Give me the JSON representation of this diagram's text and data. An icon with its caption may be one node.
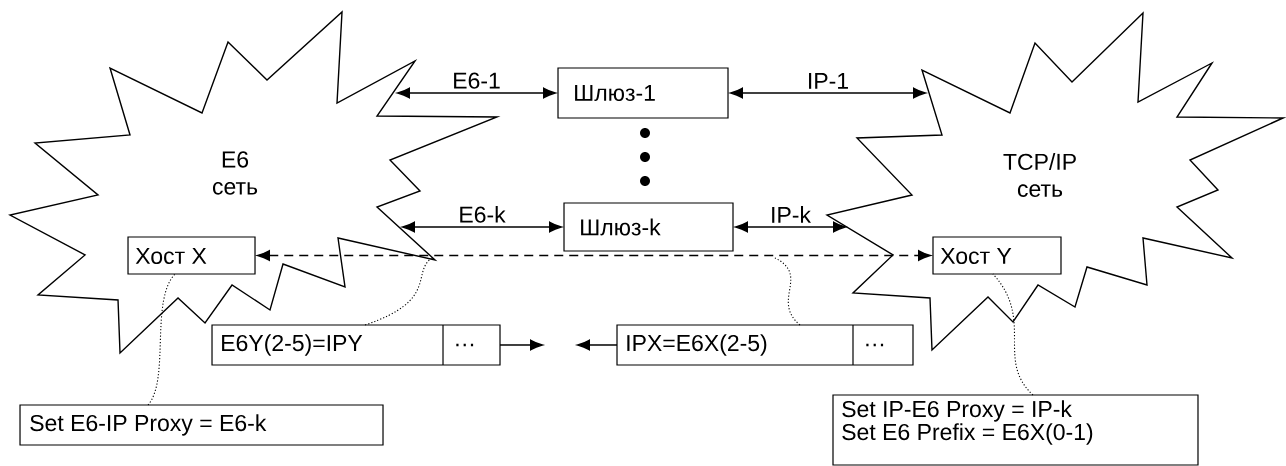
{
  "diagram": {
    "nodes": [
      {
        "text": [
          "E6 сеть"
        ]
      },
      {
        "text": [
          "TCP/IP сеть"
        ]
      },
      {
        "text": [
          "Шлюз-1"
        ]
      },
      {
        "text": [
          "Шлюз-k"
        ]
      },
      {
        "text": [
          "Хост X"
        ],
        "in": 0
      },
      {
        "text": [
          "Хост Y"
        ],
        "in": 1
      },
      {
        "text": [
          "E6Y(2-5)=IPY",
          "…"
        ]
      },
      {
        "text": [
          "IPX=E6X(2-5)",
          "…"
        ]
      },
      {
        "text": [
          "Set E6-IP Proxy = E6-k"
        ]
      },
      {
        "text": [
          "Set IP-E6 Proxy = IP-k",
          "Set E6 Prefix = E6X(0-1)"
        ]
      }
    ],
    "edges": [
      {
        "from": 0,
        "to": 2,
        "arrow": "both",
        "label": "E6-1"
      },
      {
        "from": 2,
        "to": 1,
        "arrow": "both",
        "label": "IP-1"
      },
      {
        "from": 0,
        "to": 3,
        "arrow": "both",
        "label": "E6-k"
      },
      {
        "from": 3,
        "to": 1,
        "arrow": "both",
        "label": "IP-k"
      },
      {
        "from": 4,
        "to": 5,
        "arrow": "both",
        "style": "dashed"
      },
      {
        "from": 6,
        "to": null,
        "arrow": "to"
      },
      {
        "from": 7,
        "to": null,
        "arrow": "to"
      },
      {
        "from": 8,
        "to": 4,
        "arrow": "none",
        "style": "dashed"
      },
      {
        "from": 9,
        "to": 5,
        "arrow": "none",
        "style": "dashed"
      },
      {
        "from": 6,
        "to": 0,
        "arrow": "none",
        "style": "dashed"
      },
      {
        "from": 7,
        "to": null,
        "arrow": "none",
        "style": "dashed"
      }
    ]
  }
}
